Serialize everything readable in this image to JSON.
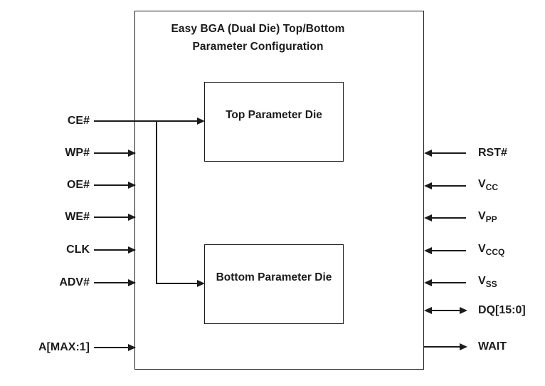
{
  "diagram": {
    "title_line1": "Easy BGA (Dual Die) Top/Bottom",
    "title_line2": "Parameter Configuration",
    "top_die_label": "Top Parameter Die",
    "bottom_die_label": "Bottom Parameter Die",
    "colors": {
      "line": "#1b1b1b",
      "background": "#ffffff",
      "text": "#1b1b1b"
    },
    "left_signals": [
      {
        "label": "CE#",
        "direction": "input",
        "connects_to": "Top Parameter Die and Bottom Parameter Die"
      },
      {
        "label": "WP#",
        "direction": "input"
      },
      {
        "label": "OE#",
        "direction": "input"
      },
      {
        "label": "WE#",
        "direction": "input"
      },
      {
        "label": "CLK",
        "direction": "input"
      },
      {
        "label": "ADV#",
        "direction": "input"
      },
      {
        "label": "A[MAX:1]",
        "direction": "input"
      }
    ],
    "right_signals": [
      {
        "label": "RST#",
        "sub": "",
        "direction": "input"
      },
      {
        "label": "V",
        "sub": "CC",
        "direction": "input"
      },
      {
        "label": "V",
        "sub": "PP",
        "direction": "input"
      },
      {
        "label": "V",
        "sub": "CCQ",
        "direction": "input"
      },
      {
        "label": "V",
        "sub": "SS",
        "direction": "input"
      },
      {
        "label": "DQ[15:0]",
        "sub": "",
        "direction": "bidirectional"
      },
      {
        "label": "WAIT",
        "sub": "",
        "direction": "output"
      }
    ]
  }
}
